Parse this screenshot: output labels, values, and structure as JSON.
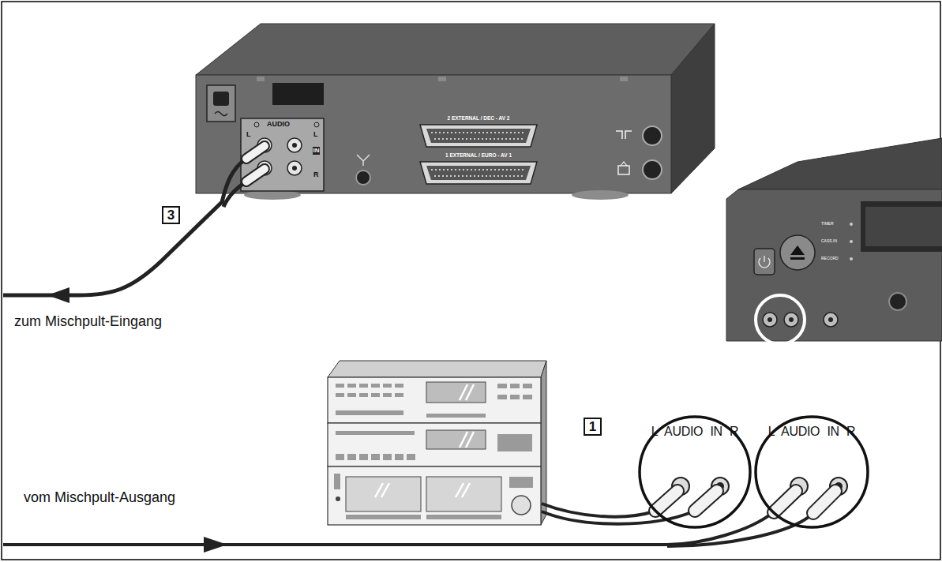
{
  "diagram": {
    "nodes": [
      {
        "text": [
          "L AUDIO IN R"
        ]
      },
      {
        "text": [
          "L AUDIO IN R"
        ]
      }
    ],
    "labels": [
      "3",
      "zum Mischpult-Eingang",
      "1",
      "vom Mischpult-Ausgang",
      "AUDIO",
      "L",
      "L",
      "IN",
      "R",
      "2 EXTERNAL / DEC - AV 2",
      "1 EXTERNAL / EURO - AV 1",
      "TIMER",
      "CASS.IN",
      "RECORD"
    ]
  }
}
